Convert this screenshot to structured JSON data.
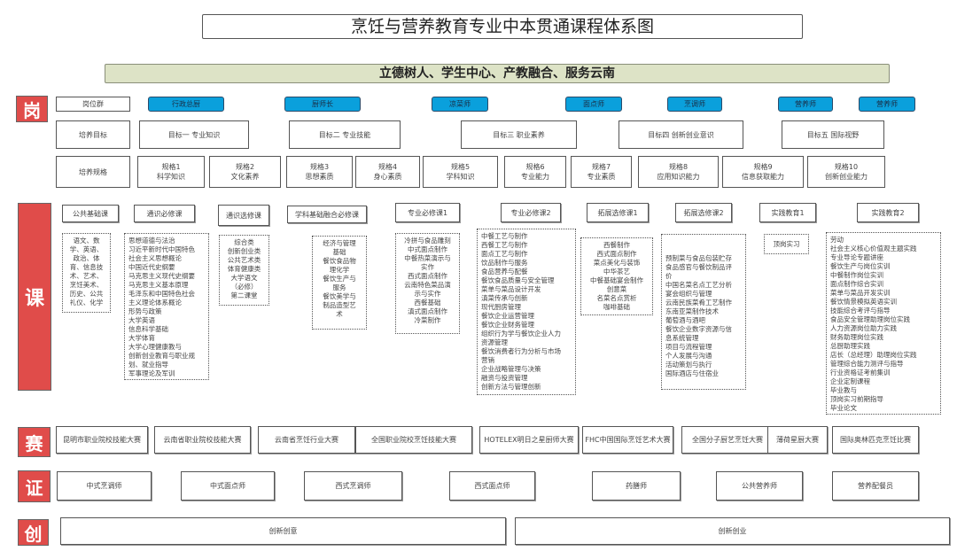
{
  "title": "烹饪与营养教育专业中本贯通课程体系图",
  "motto": "立德树人、学生中心、产教融合、服务云南",
  "colors": {
    "tag_red": "#e04c4a",
    "job_blue": "#0aa0dc",
    "motto_bg": "#dde3c6"
  },
  "gang": {
    "tag": "岗",
    "label": "岗位群",
    "jobs": [
      "行政总厨",
      "厨师长",
      "凉菜师",
      "面点师",
      "烹调师",
      "营养师",
      "营养师"
    ],
    "goal_label": "培养目标",
    "goals": [
      "目标一 专业知识",
      "目标二 专业技能",
      "目标三 职业素养",
      "目标四 创新创业意识",
      "目标五 国际视野"
    ],
    "spec_label": "培养规格",
    "specs": [
      {
        "name": "规格1",
        "desc": "科学知识"
      },
      {
        "name": "规格2",
        "desc": "文化素养"
      },
      {
        "name": "规格3",
        "desc": "思想素质"
      },
      {
        "name": "规格4",
        "desc": "身心素质"
      },
      {
        "name": "规格5",
        "desc": "学科知识"
      },
      {
        "name": "规格6",
        "desc": "专业能力"
      },
      {
        "name": "规格7",
        "desc": "专业素质"
      },
      {
        "name": "规格8",
        "desc": "应用知识能力"
      },
      {
        "name": "规格9",
        "desc": "信息获取能力"
      },
      {
        "name": "规格10",
        "desc": "创新创业能力"
      }
    ]
  },
  "ke": {
    "tag": "课",
    "categories": [
      {
        "title": "公共基础课",
        "courses": [
          "语文、数",
          "学、英语、",
          "政治、体",
          "育、信息技",
          "术、艺术、",
          "烹饪美术、",
          "历史、公共",
          "礼仪、化学"
        ]
      },
      {
        "title": "通识必修课",
        "courses": [
          "思想道德与法治",
          "习近平新时代中国特色",
          "社会主义思想概论",
          "中国近代史纲要",
          "马克思主义现代史纲要",
          "马克思主义基本原理",
          "毛泽东和中国特色社会",
          "主义理论体系概论",
          "形势与政策",
          "大学英语",
          "信息科学基础",
          "大学体育",
          "大学心理健康教与",
          "创新创业教育与职业规",
          "划、就业指导",
          "军事理论及军训"
        ]
      },
      {
        "title": "通识选修课",
        "courses": [
          "综合类",
          "创新创业类",
          "公共艺术类",
          "体育健康类",
          "大学语文",
          "（必修）",
          "第二课堂"
        ]
      },
      {
        "title": "学科基础融合必修课",
        "courses": [
          "经济与管理",
          "基础",
          "餐饮食品物",
          "理化学",
          "餐饮生产与",
          "服务",
          "餐饮美学与",
          "制品造型艺",
          "术"
        ]
      },
      {
        "title": "专业必修课1",
        "courses": [
          "冷拼与食品雕刻",
          "中式面点制作",
          "中餐热菜演示与",
          "实作",
          "西式面点制作",
          "云南特色菜品演",
          "示与实作",
          "西餐基础",
          "滇式面点制作",
          "冷菜制作"
        ]
      },
      {
        "title": "专业必修课2",
        "courses": [
          "中餐工艺与制作",
          "西餐工艺与制作",
          "面点工艺与制作",
          "饮品制作与服务",
          "食品营养与配餐",
          "餐饮食品质量与安全管理",
          "菜单与菜品设计开发",
          "滇菜传承与创新",
          "现代厨房管理",
          "餐饮企业运营管理",
          "餐饮企业财务管理",
          "组织行为学与餐饮企业人力",
          "资源管理",
          "餐饮消费者行为分析与市场",
          "营销",
          "企业战略管理与决策",
          "融资与投资管理",
          "创新方法与管理创新"
        ]
      },
      {
        "title": "拓展选修课1",
        "courses": [
          "西餐制作",
          "西式面点制作",
          "菜点美化与装饰",
          "中华茶艺",
          "中餐基础宴会制作",
          "创意菜",
          "名菜名点赏析",
          "咖啡基础"
        ]
      },
      {
        "title": "拓展选修课2",
        "courses": [
          "预制菜与食品包装贮存",
          "食品感官与餐饮制品评",
          "价",
          "中国名菜名点工艺分析",
          "宴会组织与管理",
          "云南民族菜肴工艺制作",
          "东南亚菜制作技术",
          "葡萄酒与酒吧",
          "餐饮企业数字资源与信",
          "息系统管理",
          "项目与流程管理",
          "个人发展与沟通",
          "活动策划与执行",
          "国际酒店与住宿业"
        ]
      },
      {
        "title": "实践教育1",
        "courses": [
          "顶岗实习"
        ]
      },
      {
        "title": "实践教育2",
        "courses": [
          "劳动",
          "社会主义核心价值观主题实践",
          "专业导论专题讲座",
          "餐饮生产与岗位实训",
          "中餐制作岗位实训",
          "面点制作综合实训",
          "菜单与菜品开发实训",
          "餐饮情景模拟英语实训",
          "技能综合考评与指导",
          "食品安全管理助理岗位实践",
          "人力资源岗位助力实践",
          "财务助理岗位实践",
          "总厨助理实践",
          "店长（总经理）助理岗位实践",
          "管理综合能力测评与指导",
          "行业资格证考前集训",
          "企业定制课程",
          "毕业教与",
          "顶岗实习前期指导",
          "毕业论文"
        ]
      }
    ]
  },
  "sai": {
    "tag": "赛",
    "items": [
      "昆明市职业院校技能大赛",
      "云南省职业院校技能大赛",
      "云南省烹饪行业大赛",
      "全国职业院校烹饪技能大赛",
      "HOTELEX明日之星厨师大赛",
      "FHC中国国际烹饪艺术大赛",
      "全国分子厨艺烹饪大赛",
      "薄荷星厨大赛",
      "国际奥林匹克烹饪比赛"
    ]
  },
  "zheng": {
    "tag": "证",
    "items": [
      "中式烹调师",
      "中式面点师",
      "西式烹调师",
      "西式面点师",
      "药膳师",
      "公共营养师",
      "营养配餐员"
    ]
  },
  "chuang": {
    "tag": "创",
    "items": [
      "创新创意",
      "创新创业"
    ]
  }
}
